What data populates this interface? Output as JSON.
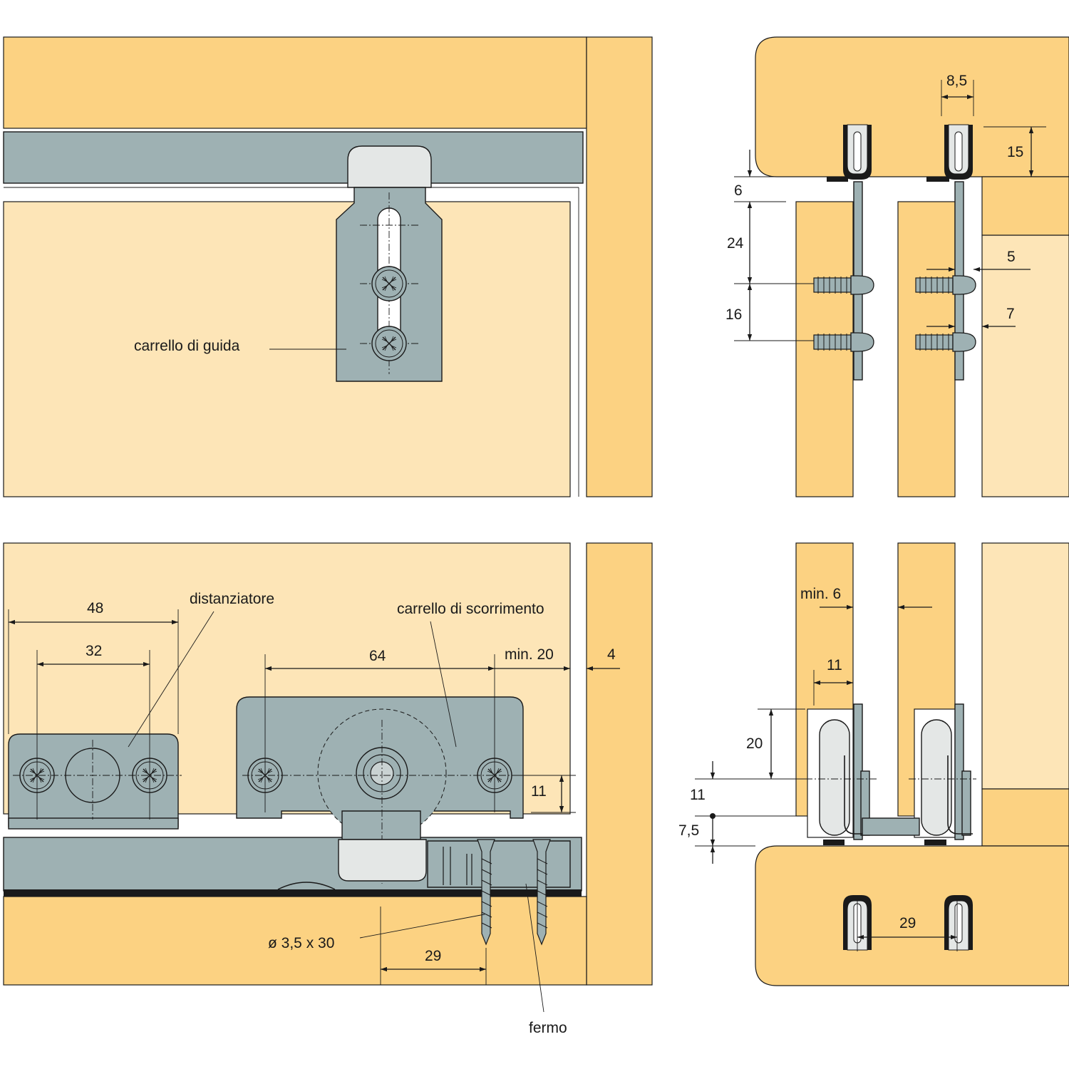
{
  "colors": {
    "wood": "#fcd282",
    "wood_light": "#fde5b7",
    "metal": "#9eb1b3",
    "plastic": "#e4e7e6",
    "line": "#1a1a1a"
  },
  "labels": {
    "guide_carriage": "carrello di guida",
    "spacer": "distanziatore",
    "running_carriage": "carrello di scorrimento",
    "screw": "ø 3,5 x 30",
    "stop": "fermo"
  },
  "dims": {
    "top_right": {
      "d8_5": "8,5",
      "d15": "15",
      "d6": "6",
      "d24": "24",
      "d16": "16",
      "d5": "5",
      "d7": "7"
    },
    "bottom_left": {
      "d48": "48",
      "d32": "32",
      "d64": "64",
      "dmin20": "min. 20",
      "d4": "4",
      "d11": "11",
      "d29": "29"
    },
    "bottom_right": {
      "dmin6": "min. 6",
      "d11a": "11",
      "d20": "20",
      "d11b": "11",
      "d7_5": "7,5",
      "d29": "29"
    }
  }
}
